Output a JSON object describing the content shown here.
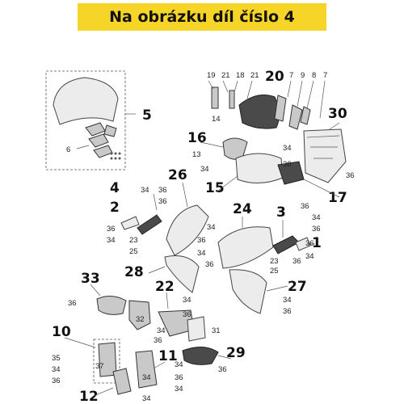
{
  "banner": {
    "text": "Na obrázku díl číslo 4",
    "color": "#f6d428"
  },
  "labels": {
    "l1": "1",
    "l2": "2",
    "l3": "3",
    "l4": "4",
    "l5": "5",
    "l6": "6",
    "l7a": "7",
    "l7b": "7",
    "l8": "8",
    "l9": "9",
    "l10": "10",
    "l11": "11",
    "l12": "12",
    "l13": "13",
    "l14": "14",
    "l15": "15",
    "l16": "16",
    "l17": "17",
    "l18": "18",
    "l19": "19",
    "l20": "20",
    "l21a": "21",
    "l21b": "21",
    "l22": "22",
    "l23a": "23",
    "l23b": "23",
    "l24": "24",
    "l25a": "25",
    "l25b": "25",
    "l26": "26",
    "l27": "27",
    "l28": "28",
    "l29": "29",
    "l30": "30",
    "l31": "31",
    "l32": "32",
    "l33": "33",
    "l34a": "34",
    "l34b": "34",
    "l34c": "34",
    "l34d": "34",
    "l34e": "34",
    "l34f": "34",
    "l34g": "34",
    "l34h": "34",
    "l34i": "34",
    "l34j": "34",
    "l34k": "34",
    "l34l": "34",
    "l34m": "34",
    "l34n": "34",
    "l34o": "34",
    "l34p": "34",
    "l35": "35",
    "l36a": "36",
    "l36b": "36",
    "l36c": "36",
    "l36d": "36",
    "l36e": "36",
    "l36f": "36",
    "l36g": "36",
    "l36h": "36",
    "l36i": "36",
    "l36j": "36",
    "l36k": "36",
    "l36l": "36",
    "l36m": "36",
    "l36n": "36",
    "l36o": "36",
    "l36p": "36",
    "l36q": "36",
    "l36r": "36",
    "l37": "37"
  }
}
